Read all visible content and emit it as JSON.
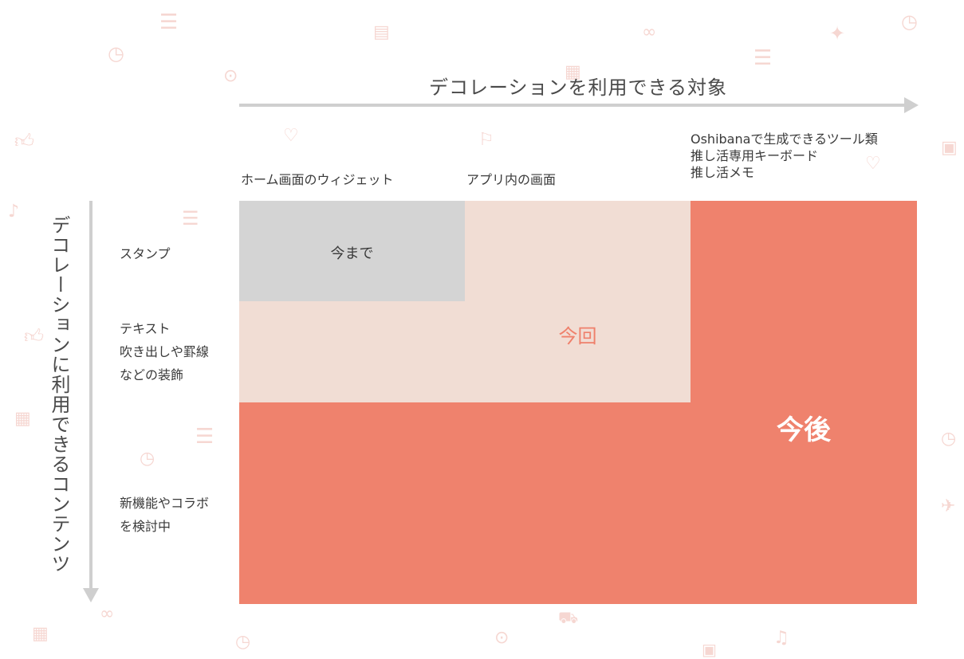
{
  "x_axis_title": "デコレーションを利用できる対象",
  "y_axis_title": "デコレーションに利用できるコンテンツ",
  "columns": [
    {
      "lines": [
        "ホーム画面のウィジェット"
      ]
    },
    {
      "lines": [
        "アプリ内の画面"
      ]
    },
    {
      "lines": [
        "Oshibanaで生成できるツール類",
        "推し活専用キーボード",
        "推し活メモ"
      ]
    }
  ],
  "rows": [
    {
      "lines": [
        "スタンプ"
      ]
    },
    {
      "lines": [
        "テキスト",
        "吹き出しや罫線",
        "などの装飾"
      ]
    },
    {
      "lines": [
        "新機能やコラボ",
        "を検討中"
      ]
    }
  ],
  "regions": [
    {
      "label": "今まで",
      "color": "#d4d4d4",
      "text_color": "#3a3a3a"
    },
    {
      "label": "今回",
      "color": "#f1ddd4",
      "text_color": "#ef806b"
    },
    {
      "label": "今後",
      "color": "#ef826d",
      "text_color": "#ffffff"
    }
  ],
  "colors": {
    "arrow": "#cfcfcf",
    "background_icons": "#f6d7d2"
  }
}
